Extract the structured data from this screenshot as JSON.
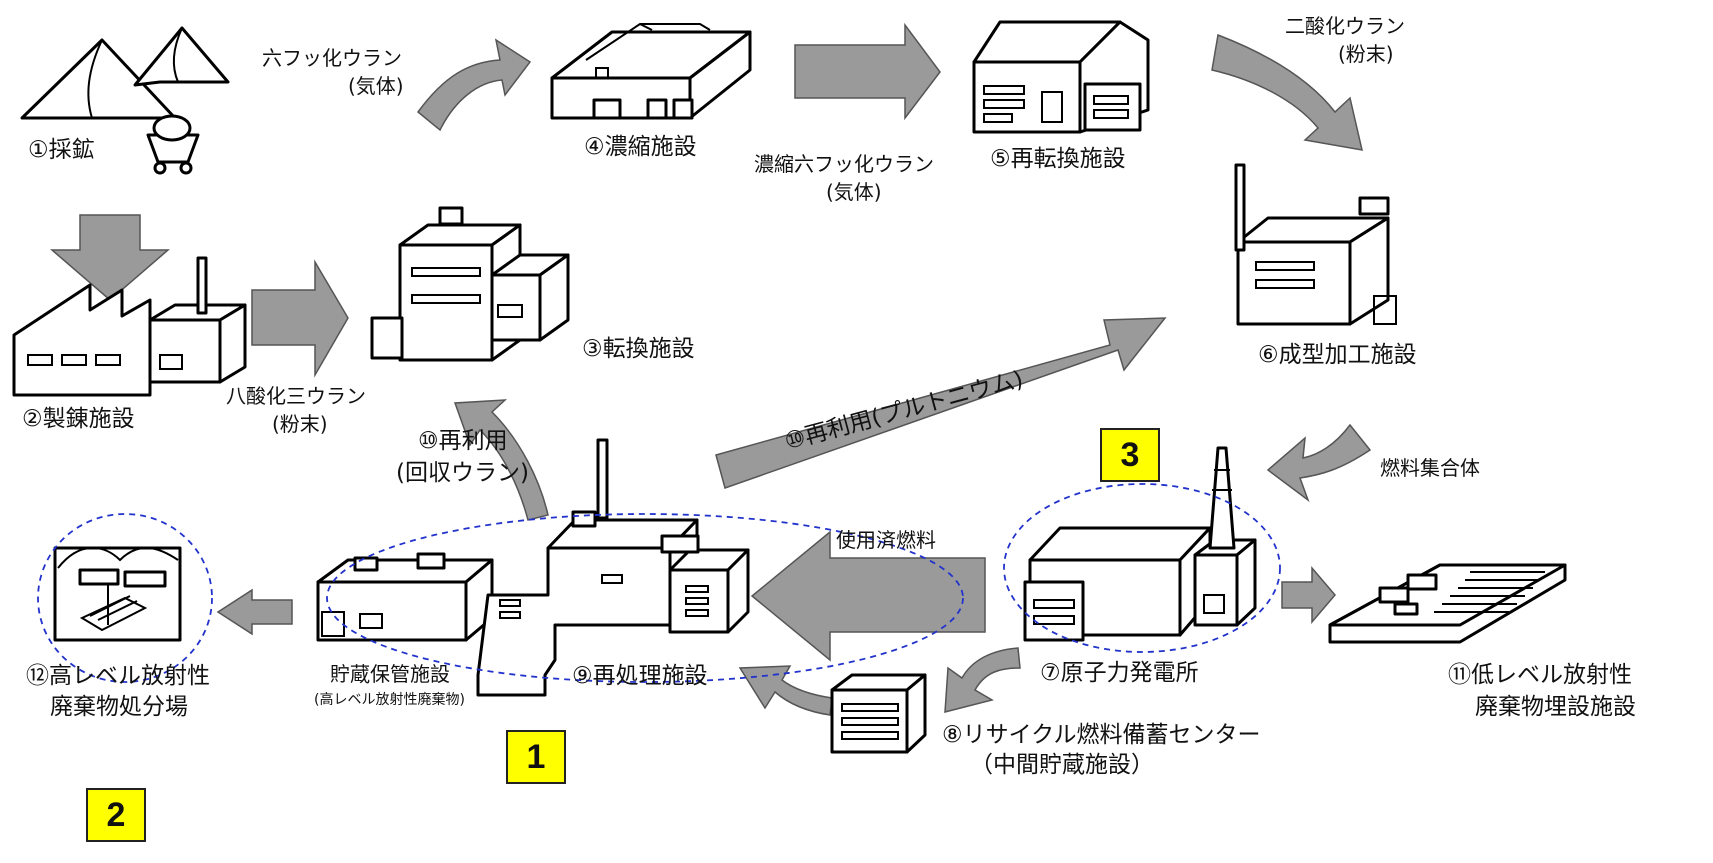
{
  "facilities": {
    "mining": "①採鉱",
    "refining": "②製錬施設",
    "conversion": "③転換施設",
    "enrichment": "④濃縮施設",
    "reconversion": "⑤再転換施設",
    "fabrication": "⑥成型加工施設",
    "power_plant": "⑦原子力発電所",
    "recycle_center": "⑧リサイクル燃料備蓄センター",
    "recycle_center_sub": "（中間貯蔵施設）",
    "reprocessing": "⑨再処理施設",
    "low_level_1": "⑪低レベル放射性",
    "low_level_2": "廃棄物埋設施設",
    "high_level_1": "⑫高レベル放射性",
    "high_level_2": "廃棄物処分場",
    "storage_1": "貯蔵保管施設",
    "storage_2": "(高レベル放射性廃棄物)"
  },
  "materials": {
    "uf6_1": "六フッ化ウラン",
    "uf6_2": "(気体)",
    "enriched_uf6_1": "濃縮六フッ化ウラン",
    "enriched_uf6_2": "(気体)",
    "uo2_1": "二酸化ウラン",
    "uo2_2": "(粉末)",
    "u3o8_1": "八酸化三ウラン",
    "u3o8_2": "(粉末)",
    "fuel_assembly": "燃料集合体",
    "spent_fuel": "使用済燃料",
    "reuse_u_1": "⑩再利用",
    "reuse_u_2": "(回収ウラン)",
    "reuse_pu": "⑩再利用(プルトニウム)"
  },
  "badges": {
    "one": "1",
    "two": "2",
    "three": "3"
  },
  "colors": {
    "arrow": "#9a9a9a",
    "ring": "#2233cc",
    "badge": "#ffff00"
  }
}
